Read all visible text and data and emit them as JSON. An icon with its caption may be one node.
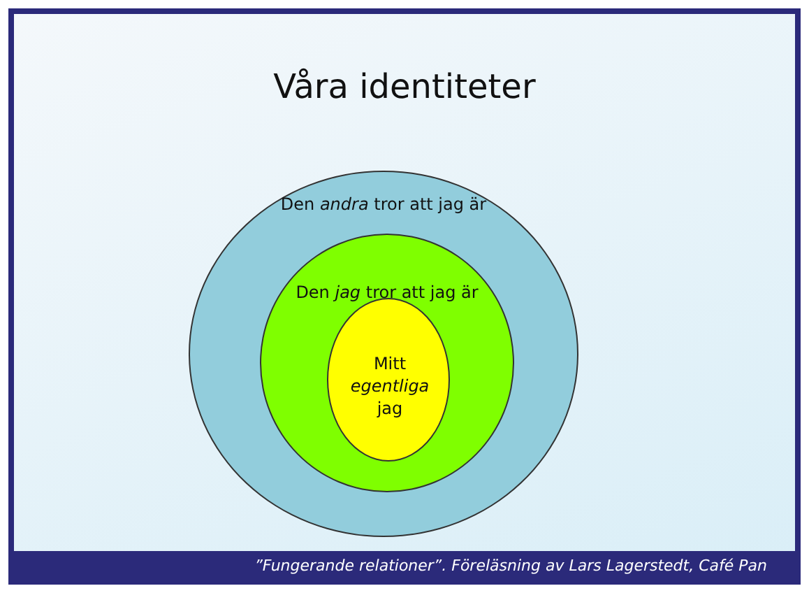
{
  "diagram": {
    "title": "Våra identiteter",
    "caption": "”Fungerande relationer”. Föreläsning av Lars Lagerstedt, Café Pan",
    "nodes": [
      {
        "text": [
          "Den *andra* tror att jag är"
        ]
      },
      {
        "text": [
          "Den *jag* tror att jag är"
        ],
        "in": 0
      },
      {
        "text": [
          "Mitt *egentliga* jag"
        ],
        "in": 1
      }
    ]
  }
}
